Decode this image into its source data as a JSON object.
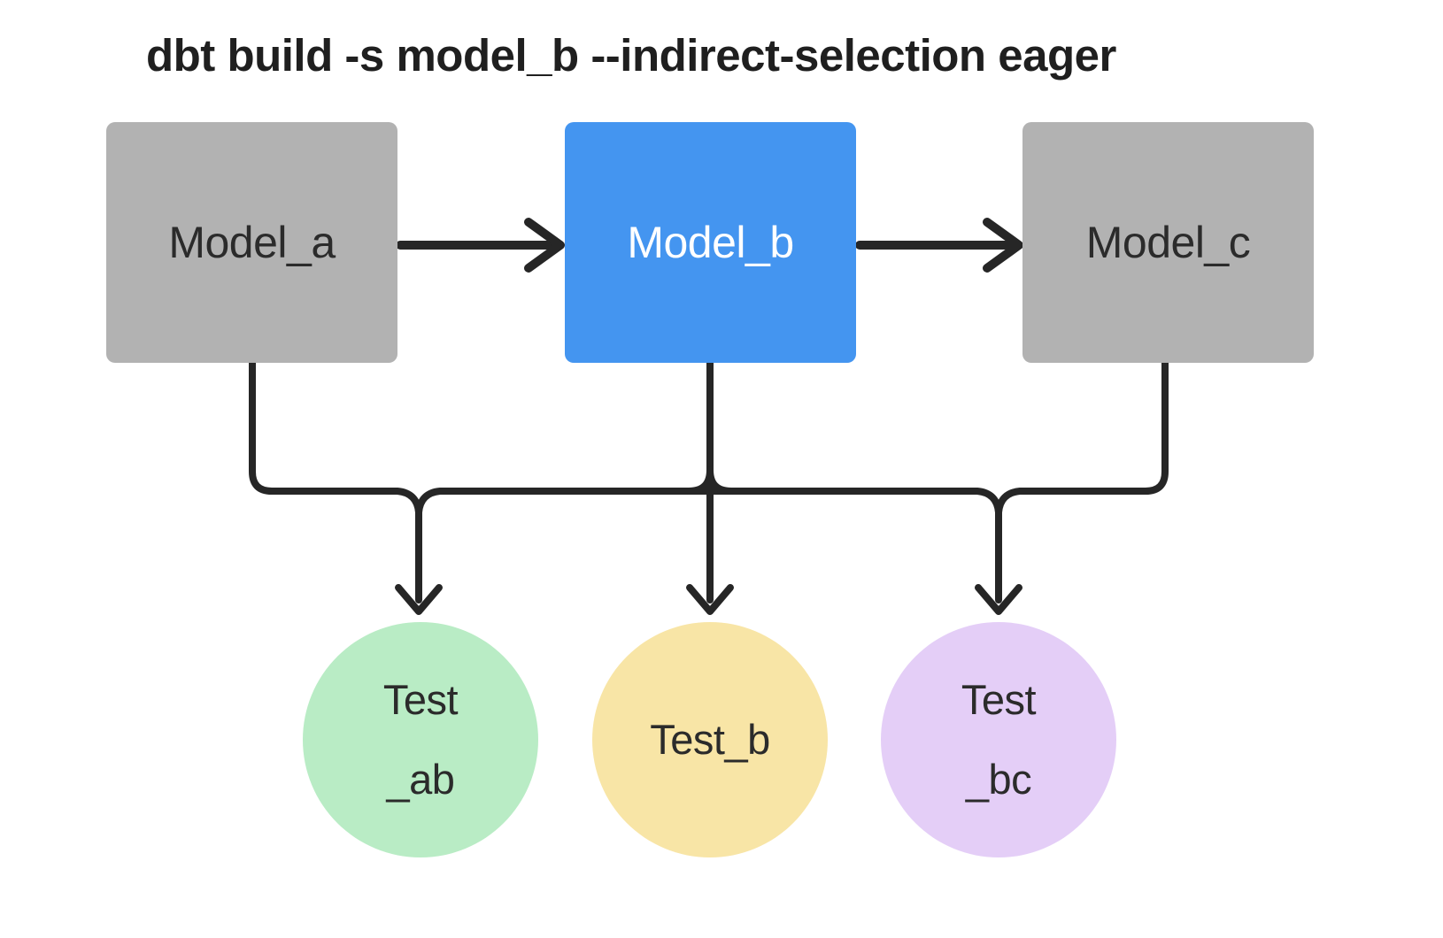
{
  "title": "dbt build -s model_b --indirect-selection eager",
  "colors": {
    "canvas-bg": "#ffffff",
    "ink": "#262626",
    "model-gray": "#b2b2b2",
    "model-blue": "#4495f0",
    "model-text-dark": "#2b2b2b",
    "model-text-light": "#ffffff",
    "test-green": "#b9ecc5",
    "test-yellow": "#f8e5a6",
    "test-purple": "#e4cef7"
  },
  "nodes": {
    "models": [
      {
        "id": "model_a",
        "label": "Model_a",
        "variant": "gray"
      },
      {
        "id": "model_b",
        "label": "Model_b",
        "variant": "blue"
      },
      {
        "id": "model_c",
        "label": "Model_c",
        "variant": "gray"
      }
    ],
    "tests": [
      {
        "id": "test_ab",
        "line1": "Test",
        "line2": "_ab",
        "variant": "green"
      },
      {
        "id": "test_b",
        "line1": "Test_b",
        "line2": "",
        "variant": "yellow"
      },
      {
        "id": "test_bc",
        "line1": "Test",
        "line2": "_bc",
        "variant": "purple"
      }
    ]
  },
  "edges": [
    "model_a -> model_b",
    "model_b -> model_c",
    "model_a -> test_ab",
    "model_b -> test_ab",
    "model_b -> test_b",
    "model_b -> test_bc",
    "model_c -> test_bc"
  ]
}
